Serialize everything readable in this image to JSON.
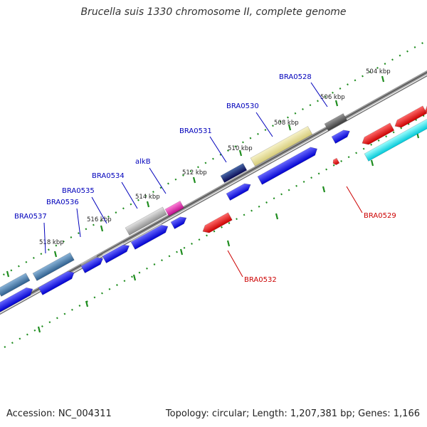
{
  "title": "Brucella suis 1330 chromosome II, complete genome",
  "footer": {
    "accession": "Accession: NC_004311",
    "topology": "Topology: circular; Length: 1,207,381 bp; Genes: 1,166"
  },
  "scale_labels": [
    "504 kbp",
    "506 kbp",
    "508 kbp",
    "510 kbp",
    "512 kbp",
    "514 kbp",
    "516 kbp",
    "518 kbp"
  ],
  "gene_labels": [
    {
      "text": "BRA0528",
      "color": "#0000bb"
    },
    {
      "text": "BRA0530",
      "color": "#0000bb"
    },
    {
      "text": "BRA0531",
      "color": "#0000bb"
    },
    {
      "text": "alkB",
      "color": "#0000bb"
    },
    {
      "text": "BRA0534",
      "color": "#0000bb"
    },
    {
      "text": "BRA0535",
      "color": "#0000bb"
    },
    {
      "text": "BRA0536",
      "color": "#0000bb"
    },
    {
      "text": "BRA0537",
      "color": "#0000bb"
    },
    {
      "text": "BRA0529",
      "color": "#cc0000"
    },
    {
      "text": "BRA0532",
      "color": "#cc0000"
    }
  ],
  "colors": {
    "backbone": "#777777",
    "tick_green": "#1e8c1e",
    "forward_gene": "#0000ee",
    "reverse_gene": "#ee0000",
    "cyan_feature": "#00e5ee",
    "steel_feature": "#4a7fae",
    "khaki_feature": "#e8df9a",
    "gray_feature": "#aaaaaa",
    "dark_gray_feature": "#555555",
    "magenta_feature": "#e020b0",
    "navy_feature": "#12126a"
  }
}
